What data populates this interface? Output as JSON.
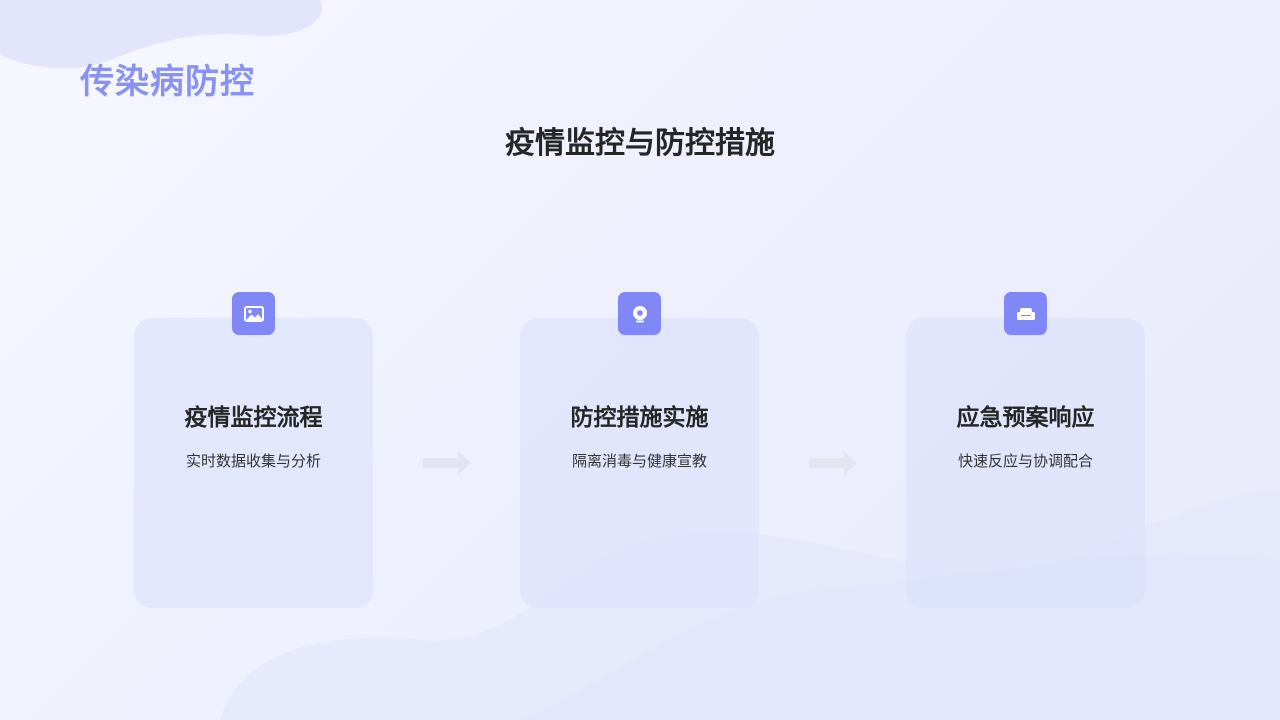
{
  "brand": {
    "title": "传染病防控"
  },
  "slide": {
    "title": "疫情监控与防控措施"
  },
  "cards": [
    {
      "icon": "image-icon",
      "title": "疫情监控流程",
      "description": "实时数据收集与分析"
    },
    {
      "icon": "webcam-icon",
      "title": "防控措施实施",
      "description": "隔离消毒与健康宣教"
    },
    {
      "icon": "sofa-icon",
      "title": "应急预案响应",
      "description": "快速反应与协调配合"
    }
  ],
  "colors": {
    "accent": "#7f88f6",
    "brand_text": "#8892f2",
    "card_bg": "#dce0fb",
    "title_text": "#262626",
    "arrow": "#e2e4ef"
  }
}
